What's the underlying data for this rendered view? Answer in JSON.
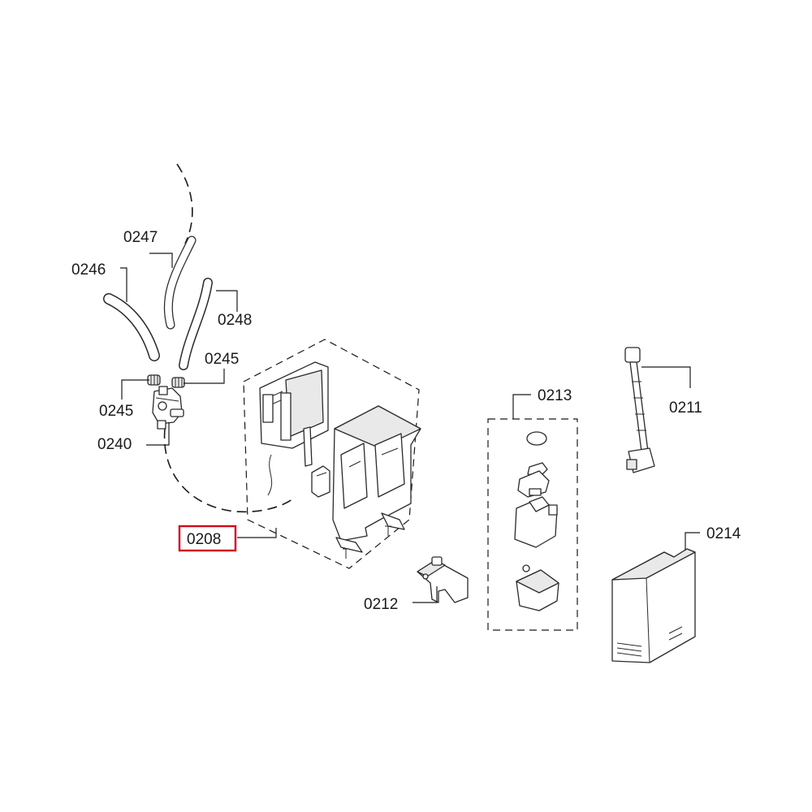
{
  "labels": {
    "p0247": "0247",
    "p0246": "0246",
    "p0248": "0248",
    "p0245a": "0245",
    "p0245b": "0245",
    "p0240": "0240",
    "p0208": "0208",
    "p0212": "0212",
    "p0213": "0213",
    "p0211": "0211",
    "p0214": "0214"
  },
  "highlighted_part": "0208",
  "colors": {
    "highlight": "#d0021b",
    "line": "#1a1a1a"
  }
}
